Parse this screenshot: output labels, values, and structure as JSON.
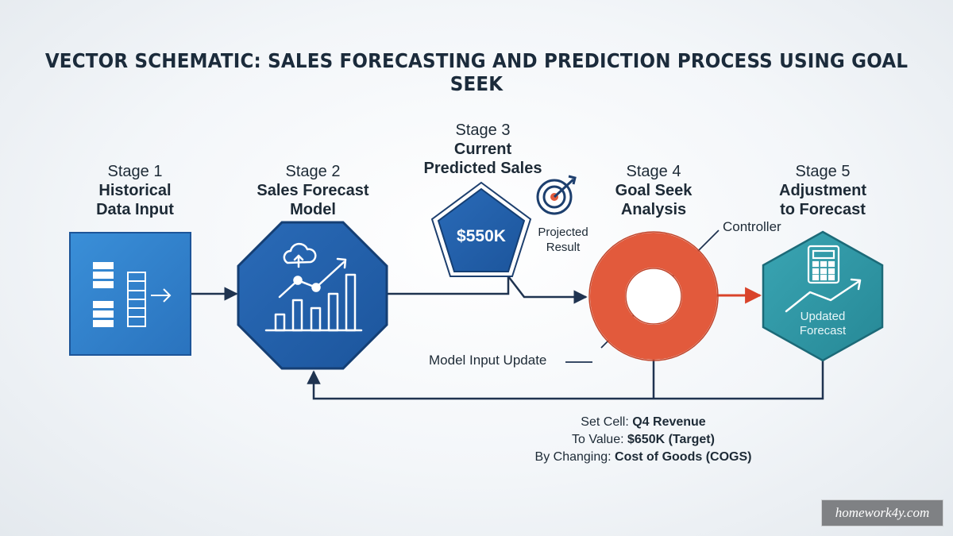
{
  "title": "VECTOR SCHEMATIC: SALES FORECASTING AND PREDICTION PROCESS USING GOAL SEEK",
  "colors": {
    "blue": "#2f7fca",
    "dark_blue": "#1e5aa5",
    "navy": "#1d3f6e",
    "red_orange": "#e25a3c",
    "teal": "#2d96a4",
    "arrow_red": "#d9432a",
    "line_dark": "#1f3350"
  },
  "stages": [
    {
      "num": "Stage 1",
      "name_line1": "Historical",
      "name_line2": "Data Input",
      "shape": "square",
      "icon": "table-icon"
    },
    {
      "num": "Stage 2",
      "name_line1": "Sales Forecast",
      "name_line2": "Model",
      "shape": "octagon",
      "icon": "chart-cloud-icon"
    },
    {
      "num": "Stage 3",
      "name_line1": "Current",
      "name_line2": "Predicted Sales",
      "shape": "pentagon",
      "value": "$550K",
      "icon": "target-icon",
      "note_line1": "Projected",
      "note_line2": "Result"
    },
    {
      "num": "Stage 4",
      "name_line1": "Goal Seek",
      "name_line2": "Analysis",
      "shape": "ring",
      "controller_label": "Controller",
      "input_label": "Model Input Update"
    },
    {
      "num": "Stage 5",
      "name_line1": "Adjustment",
      "name_line2": "to Forecast",
      "shape": "hexagon",
      "icon": "calculator-icon",
      "inner_line1": "Updated",
      "inner_line2": "Forecast"
    }
  ],
  "goal_seek": {
    "set_cell_label": "Set Cell:",
    "set_cell_value": "Q4 Revenue",
    "to_value_label": "To Value:",
    "to_value_value": "$650K (Target)",
    "by_changing_label": "By Changing:",
    "by_changing_value": "Cost of Goods (COGS)"
  },
  "watermark": "homework4y.com"
}
